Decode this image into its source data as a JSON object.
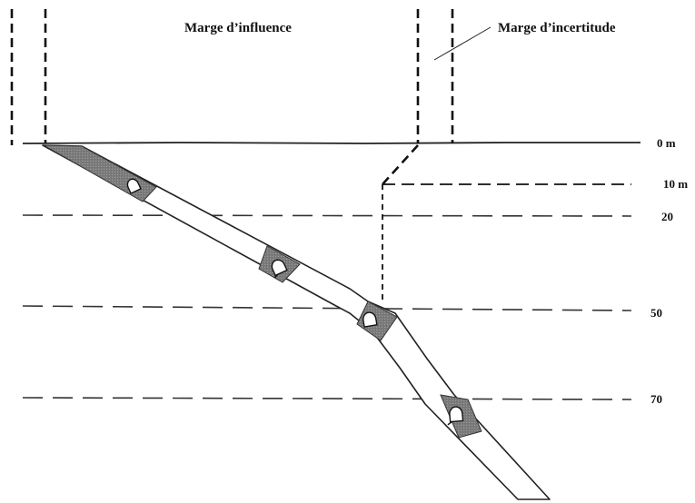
{
  "labels": {
    "influence_margin": "Marge d’influence",
    "uncertainty_margin": "Marge d’incertitude"
  },
  "depth_labels": {
    "d0": "0 m",
    "d10": "10 m",
    "d20": "20",
    "d50": "50",
    "d70": "70"
  },
  "colors": {
    "ink": "#111111",
    "hatch": "#8a8a8a",
    "background": "#ffffff"
  }
}
